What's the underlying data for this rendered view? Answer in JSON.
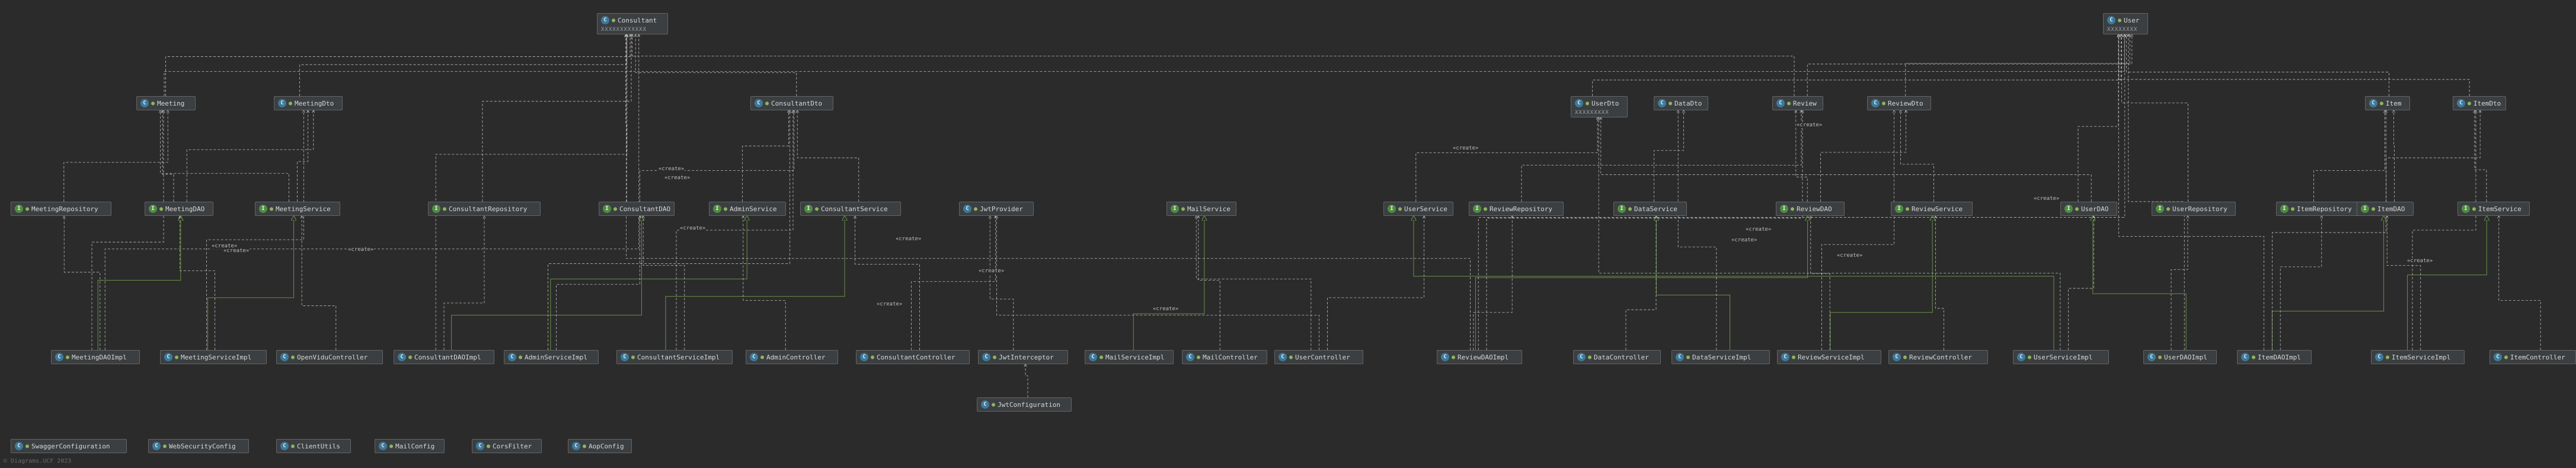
{
  "status_text": "© Diagrams.UCF 2023",
  "stereotype": "«create»",
  "colors": {
    "background": "#2b2b2b",
    "node": "#3c3f41",
    "border": "#626466",
    "edge": "#bdbdbd",
    "realize": "#6a8f4a"
  },
  "icons": {
    "class": "class-icon",
    "interface": "interface-icon"
  },
  "nodes": {
    "consultant": {
      "label": "Consultant",
      "kind": "class",
      "fields": "XXXXXXXXXXXX"
    },
    "user": {
      "label": "User",
      "kind": "class",
      "fields": "XXXXXXXX"
    },
    "meeting": {
      "label": "Meeting",
      "kind": "class"
    },
    "meetingdto": {
      "label": "MeetingDto",
      "kind": "class"
    },
    "consultantdto": {
      "label": "ConsultantDto",
      "kind": "class"
    },
    "userdto": {
      "label": "UserDto",
      "kind": "class",
      "fields": "XXXXXXXXX"
    },
    "datadto": {
      "label": "DataDto",
      "kind": "class"
    },
    "review": {
      "label": "Review",
      "kind": "class"
    },
    "reviewdto": {
      "label": "ReviewDto",
      "kind": "class"
    },
    "item": {
      "label": "Item",
      "kind": "class"
    },
    "itemdto": {
      "label": "ItemDto",
      "kind": "class"
    },
    "meetingrepository": {
      "label": "MeetingRepository",
      "kind": "interface"
    },
    "meetingdao": {
      "label": "MeetingDAO",
      "kind": "interface"
    },
    "meetingservice": {
      "label": "MeetingService",
      "kind": "interface"
    },
    "consultantrepository": {
      "label": "ConsultantRepository",
      "kind": "interface"
    },
    "consultantdao": {
      "label": "ConsultantDAO",
      "kind": "interface"
    },
    "adminservice": {
      "label": "AdminService",
      "kind": "interface"
    },
    "consultantservice": {
      "label": "ConsultantService",
      "kind": "interface"
    },
    "jwtprovider": {
      "label": "JwtProvider",
      "kind": "class"
    },
    "mailservice": {
      "label": "MailService",
      "kind": "interface"
    },
    "userservice": {
      "label": "UserService",
      "kind": "interface"
    },
    "reviewrepository": {
      "label": "ReviewRepository",
      "kind": "interface"
    },
    "dataservice": {
      "label": "DataService",
      "kind": "interface"
    },
    "reviewdao": {
      "label": "ReviewDAO",
      "kind": "interface"
    },
    "reviewservice": {
      "label": "ReviewService",
      "kind": "interface"
    },
    "userdao": {
      "label": "UserDAO",
      "kind": "interface"
    },
    "userrepository": {
      "label": "UserRepository",
      "kind": "interface"
    },
    "itemrepository": {
      "label": "ItemRepository",
      "kind": "interface"
    },
    "itemdao": {
      "label": "ItemDAO",
      "kind": "interface"
    },
    "itemservice": {
      "label": "ItemService",
      "kind": "interface"
    },
    "meetingdaoimpl": {
      "label": "MeetingDAOImpl",
      "kind": "class"
    },
    "meetingserviceimpl": {
      "label": "MeetingServiceImpl",
      "kind": "class"
    },
    "openvidu": {
      "label": "OpenViduController",
      "kind": "class"
    },
    "consultantdaoimpl": {
      "label": "ConsultantDAOImpl",
      "kind": "class"
    },
    "adminserviceimpl": {
      "label": "AdminServiceImpl",
      "kind": "class"
    },
    "consultantserviceimpl": {
      "label": "ConsultantServiceImpl",
      "kind": "class"
    },
    "admincontroller": {
      "label": "AdminController",
      "kind": "class"
    },
    "consultantcontroller": {
      "label": "ConsultantController",
      "kind": "class"
    },
    "jwtinterceptor": {
      "label": "JwtInterceptor",
      "kind": "class"
    },
    "mailserviceimpl": {
      "label": "MailServiceImpl",
      "kind": "class"
    },
    "mailcontroller": {
      "label": "MailController",
      "kind": "class"
    },
    "usercontroller": {
      "label": "UserController",
      "kind": "class"
    },
    "reviewdaoimpl": {
      "label": "ReviewDAOImpl",
      "kind": "class"
    },
    "datacontroller": {
      "label": "DataController",
      "kind": "class"
    },
    "dataserviceimpl": {
      "label": "DataServiceImpl",
      "kind": "class"
    },
    "reviewserviceimpl": {
      "label": "ReviewServiceImpl",
      "kind": "class"
    },
    "reviewcontroller": {
      "label": "ReviewController",
      "kind": "class"
    },
    "userserviceimpl": {
      "label": "UserServiceImpl",
      "kind": "class"
    },
    "userdaoimpl": {
      "label": "UserDAOImpl",
      "kind": "class"
    },
    "itemdaoimpl": {
      "label": "ItemDAOImpl",
      "kind": "class"
    },
    "itemserviceimpl": {
      "label": "ItemServiceImpl",
      "kind": "class"
    },
    "itemcontroller": {
      "label": "ItemController",
      "kind": "class"
    },
    "jwtconfiguration": {
      "label": "JwtConfiguration",
      "kind": "class"
    },
    "swaggerconfiguration": {
      "label": "SwaggerConfiguration",
      "kind": "class"
    },
    "websecurityconfig": {
      "label": "WebSecurityConfig",
      "kind": "class"
    },
    "clientutils": {
      "label": "ClientUtils",
      "kind": "class"
    },
    "mailconfig": {
      "label": "MailConfig",
      "kind": "class"
    },
    "corsfilter": {
      "label": "CorsFilter",
      "kind": "class"
    },
    "aopconfig": {
      "label": "AopConfig",
      "kind": "class"
    }
  }
}
